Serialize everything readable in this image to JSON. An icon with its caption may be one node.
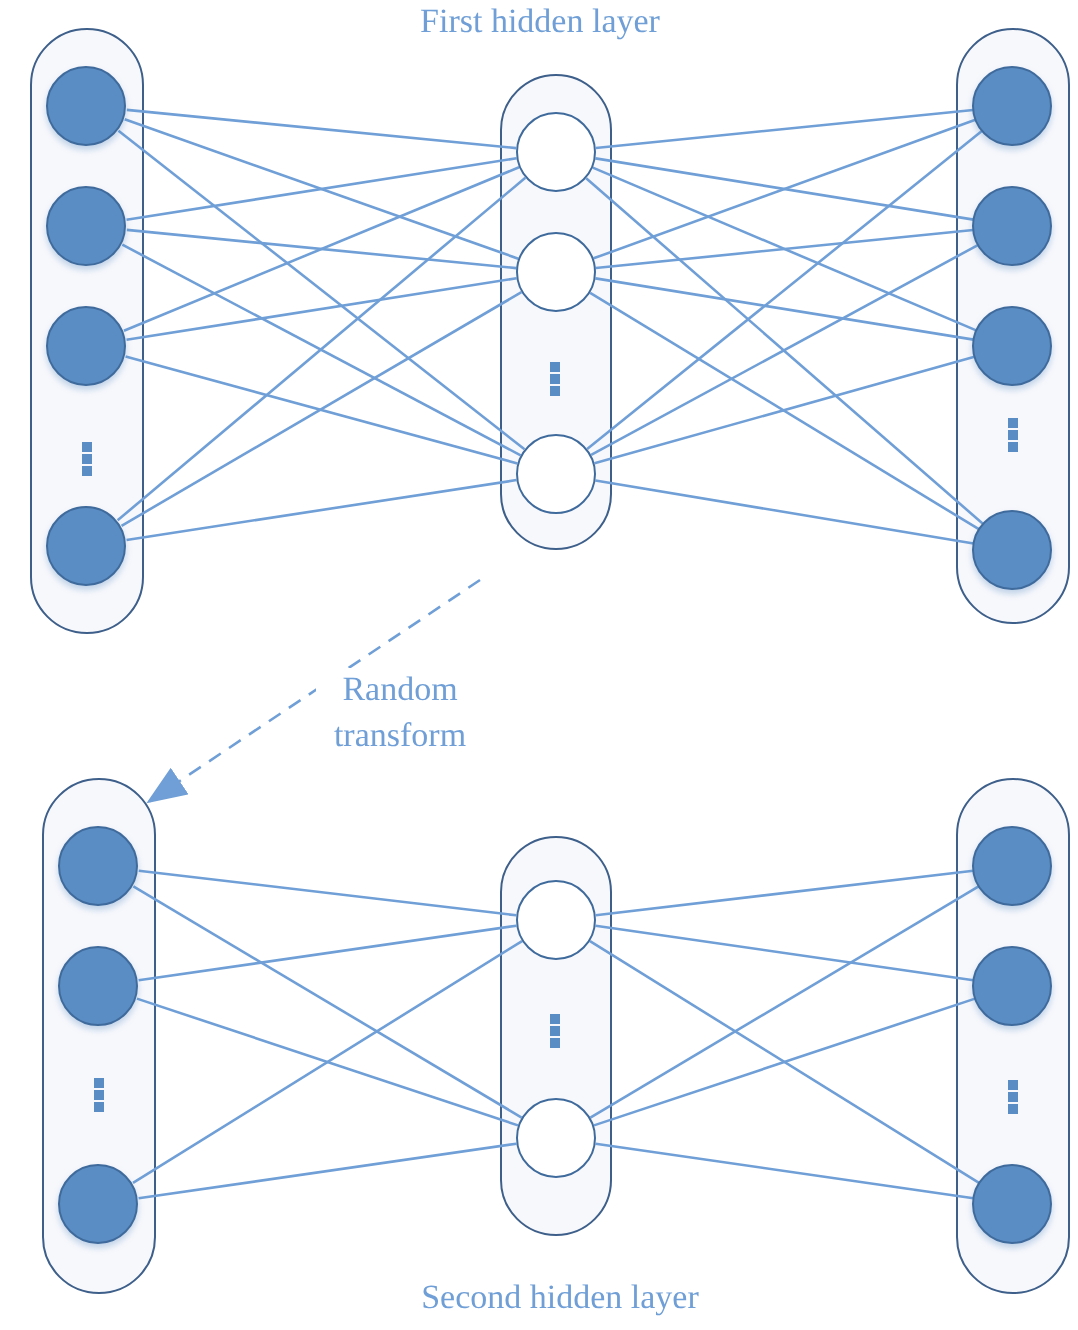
{
  "diagram": {
    "nodes": [
      {
        "text": [],
        "shape": "capsule"
      },
      {
        "text": [],
        "shape": "circle",
        "in": 0
      },
      {
        "text": [],
        "shape": "circle",
        "in": 0
      },
      {
        "text": [],
        "shape": "circle",
        "in": 0
      },
      {
        "text": [],
        "shape": "circle",
        "in": 0
      },
      {
        "text": [],
        "shape": "capsule",
        "beside": [
          "First hidden layer"
        ]
      },
      {
        "text": [],
        "shape": "circle",
        "in": 5
      },
      {
        "text": [],
        "shape": "circle",
        "in": 5
      },
      {
        "text": [],
        "shape": "circle",
        "in": 5
      },
      {
        "text": [],
        "shape": "capsule"
      },
      {
        "text": [],
        "shape": "circle",
        "in": 9
      },
      {
        "text": [],
        "shape": "circle",
        "in": 9
      },
      {
        "text": [],
        "shape": "circle",
        "in": 9
      },
      {
        "text": [],
        "shape": "circle",
        "in": 9
      },
      {
        "text": [],
        "shape": "capsule"
      },
      {
        "text": [],
        "shape": "circle",
        "in": 14
      },
      {
        "text": [],
        "shape": "circle",
        "in": 14
      },
      {
        "text": [],
        "shape": "circle",
        "in": 14
      },
      {
        "text": [],
        "shape": "capsule",
        "beside": [
          "Second hidden layer"
        ]
      },
      {
        "text": [],
        "shape": "circle",
        "in": 18
      },
      {
        "text": [],
        "shape": "circle",
        "in": 18
      },
      {
        "text": [],
        "shape": "capsule"
      },
      {
        "text": [],
        "shape": "circle",
        "in": 21
      },
      {
        "text": [],
        "shape": "circle",
        "in": 21
      },
      {
        "text": [],
        "shape": "circle",
        "in": 21
      }
    ],
    "edges": [
      {
        "from": 1,
        "to": 6,
        "arrow": "none"
      },
      {
        "from": 1,
        "to": 7,
        "arrow": "none"
      },
      {
        "from": 1,
        "to": 8,
        "arrow": "none"
      },
      {
        "from": 2,
        "to": 6,
        "arrow": "none"
      },
      {
        "from": 2,
        "to": 7,
        "arrow": "none"
      },
      {
        "from": 2,
        "to": 8,
        "arrow": "none"
      },
      {
        "from": 3,
        "to": 6,
        "arrow": "none"
      },
      {
        "from": 3,
        "to": 7,
        "arrow": "none"
      },
      {
        "from": 3,
        "to": 8,
        "arrow": "none"
      },
      {
        "from": 4,
        "to": 6,
        "arrow": "none"
      },
      {
        "from": 4,
        "to": 7,
        "arrow": "none"
      },
      {
        "from": 4,
        "to": 8,
        "arrow": "none"
      },
      {
        "from": 6,
        "to": 10,
        "arrow": "none"
      },
      {
        "from": 6,
        "to": 11,
        "arrow": "none"
      },
      {
        "from": 6,
        "to": 12,
        "arrow": "none"
      },
      {
        "from": 6,
        "to": 13,
        "arrow": "none"
      },
      {
        "from": 7,
        "to": 10,
        "arrow": "none"
      },
      {
        "from": 7,
        "to": 11,
        "arrow": "none"
      },
      {
        "from": 7,
        "to": 12,
        "arrow": "none"
      },
      {
        "from": 7,
        "to": 13,
        "arrow": "none"
      },
      {
        "from": 8,
        "to": 10,
        "arrow": "none"
      },
      {
        "from": 8,
        "to": 11,
        "arrow": "none"
      },
      {
        "from": 8,
        "to": 12,
        "arrow": "none"
      },
      {
        "from": 8,
        "to": 13,
        "arrow": "none"
      },
      {
        "from": null,
        "to": 14,
        "arrow": "to",
        "label": "Random transform",
        "style": "dashed"
      },
      {
        "from": 15,
        "to": 19,
        "arrow": "none"
      },
      {
        "from": 15,
        "to": 20,
        "arrow": "none"
      },
      {
        "from": 16,
        "to": 19,
        "arrow": "none"
      },
      {
        "from": 16,
        "to": 20,
        "arrow": "none"
      },
      {
        "from": 17,
        "to": 19,
        "arrow": "none"
      },
      {
        "from": 17,
        "to": 20,
        "arrow": "none"
      },
      {
        "from": 19,
        "to": 22,
        "arrow": "none"
      },
      {
        "from": 19,
        "to": 23,
        "arrow": "none"
      },
      {
        "from": 19,
        "to": 24,
        "arrow": "none"
      },
      {
        "from": 20,
        "to": 22,
        "arrow": "none"
      },
      {
        "from": 20,
        "to": 23,
        "arrow": "none"
      },
      {
        "from": 20,
        "to": 24,
        "arrow": "none"
      }
    ]
  }
}
